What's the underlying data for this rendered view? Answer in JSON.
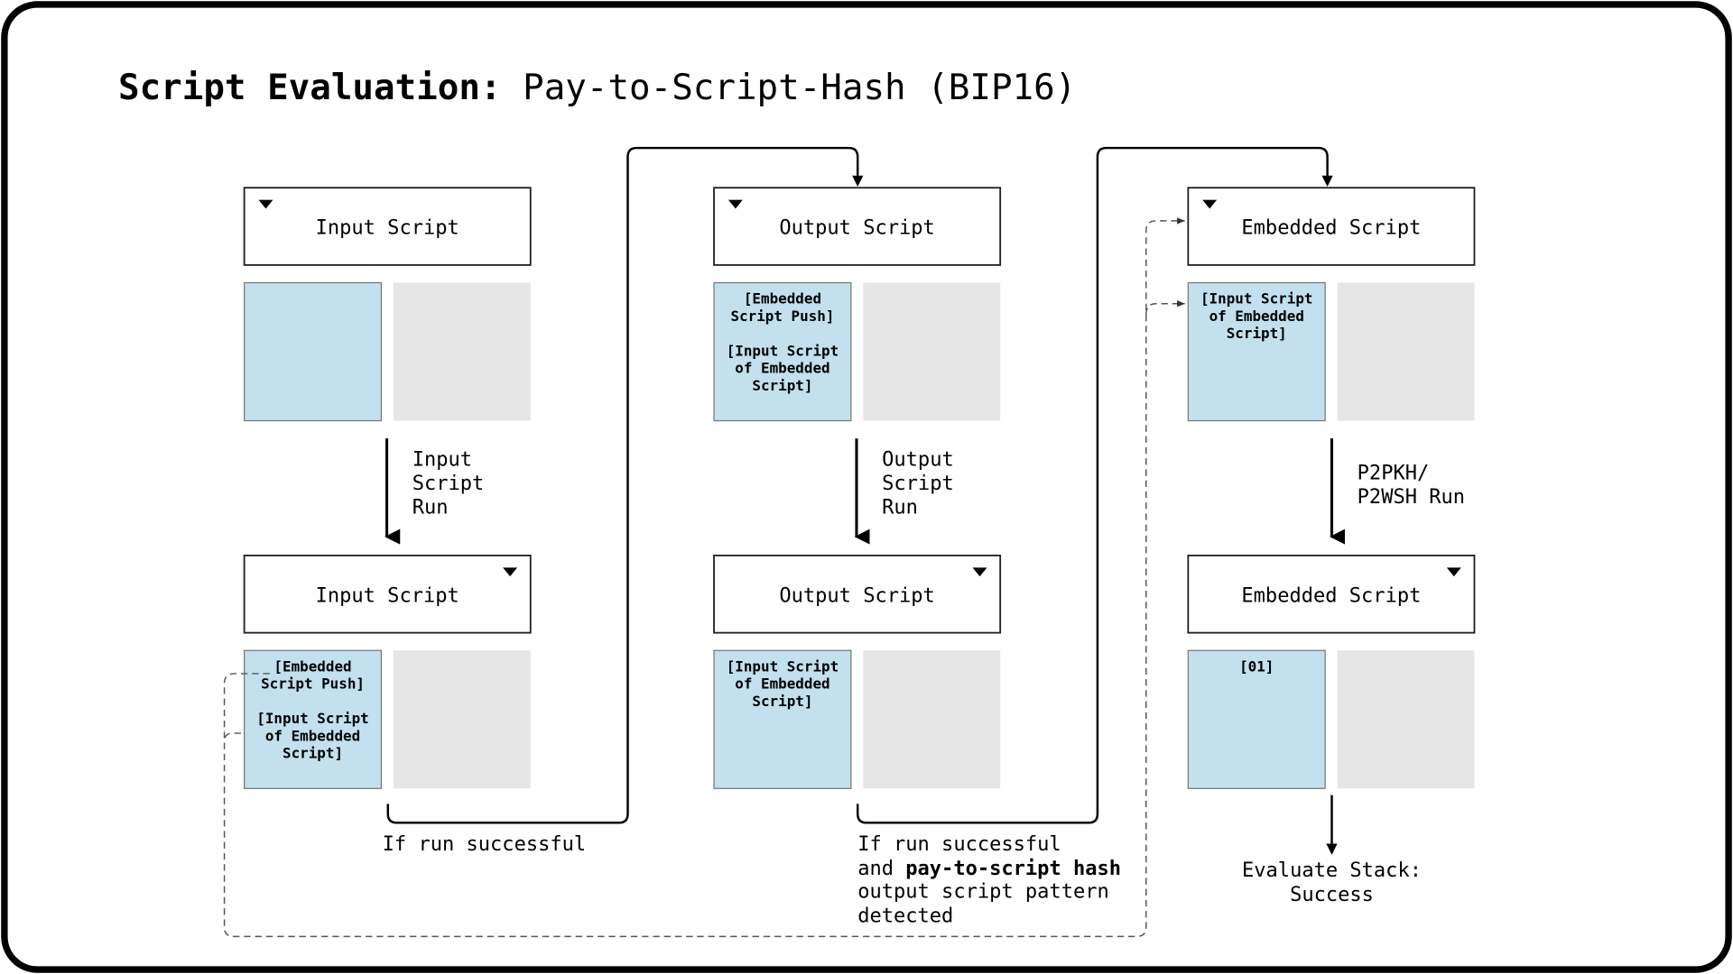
{
  "title": {
    "bold": "Script Evaluation:",
    "rest": " Pay-to-Script-Hash (BIP16)"
  },
  "columns": [
    {
      "top_box": "Input Script",
      "top_cell": [],
      "run_label": [
        "Input",
        "Script",
        "Run"
      ],
      "bottom_box": "Input Script",
      "bottom_cell": [
        "[Embedded",
        "Script Push]",
        "",
        "[Input Script",
        "of Embedded",
        "Script]"
      ],
      "transition": [
        "If run successful"
      ]
    },
    {
      "top_box": "Output Script",
      "top_cell": [
        "[Embedded",
        "Script Push]",
        "",
        "[Input Script",
        "of Embedded",
        "Script]"
      ],
      "run_label": [
        "Output",
        "Script",
        "Run"
      ],
      "bottom_box": "Output Script",
      "bottom_cell": [
        "[Input Script",
        "of Embedded",
        "Script]"
      ],
      "transition": [
        "If run successful",
        "and |pay-to-script hash|",
        "output script pattern",
        "detected"
      ]
    },
    {
      "top_box": "Embedded Script",
      "top_cell": [
        "[Input Script",
        "of Embedded",
        "Script]"
      ],
      "run_label": [
        "P2PKH/",
        "P2WSH Run"
      ],
      "bottom_box": "Embedded Script",
      "bottom_cell": [
        "[01]"
      ],
      "transition": [
        "Evaluate Stack:",
        "Success"
      ]
    }
  ],
  "transition2": {
    "line1": "If run successful",
    "line2_pre": "and ",
    "line2_bold": "pay-to-script hash",
    "line3": "output script pattern",
    "line4": "detected"
  },
  "colors": {
    "stack_cell": "#c2e0ed",
    "empty_cell": "#e6e6e6"
  },
  "icons": {
    "expand": "triangle-down-icon"
  }
}
